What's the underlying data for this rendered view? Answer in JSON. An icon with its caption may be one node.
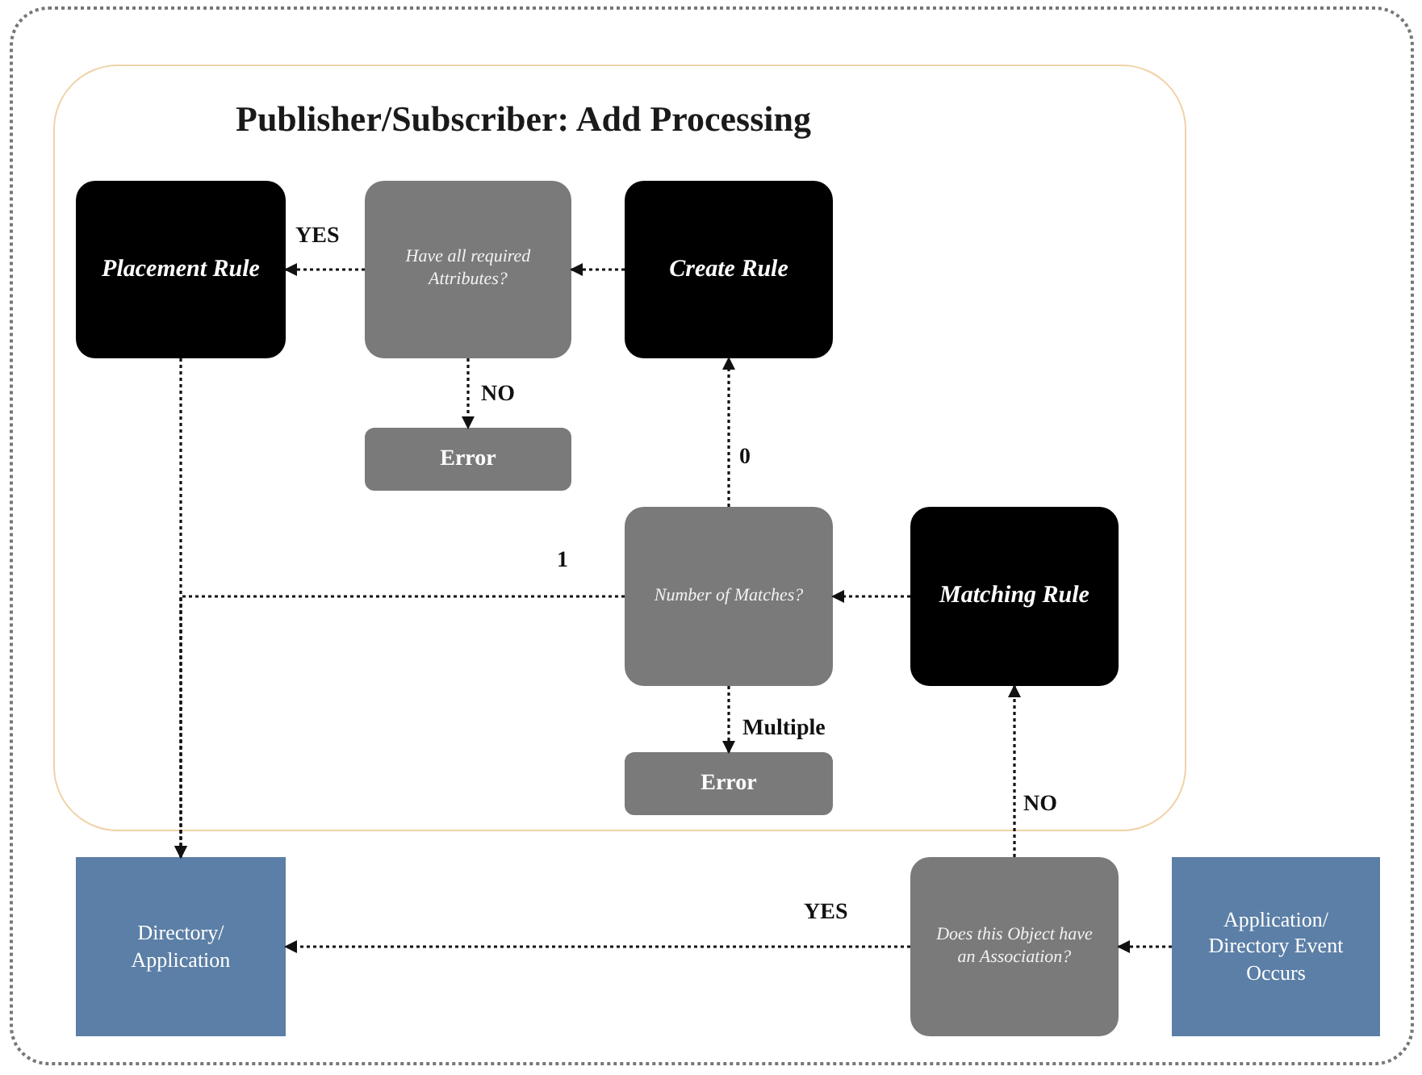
{
  "diagram": {
    "nodes": [
      {
        "text": [
          "Publisher/Subscriber: Add Processing"
        ]
      },
      {
        "text": [
          "Placement Rule"
        ],
        "in": 0
      },
      {
        "text": [
          "Have all required Attributes?"
        ],
        "in": 0
      },
      {
        "text": [
          "Create Rule"
        ],
        "in": 0
      },
      {
        "text": [
          "Error"
        ],
        "in": 0
      },
      {
        "text": [
          "Number of Matches?"
        ],
        "in": 0
      },
      {
        "text": [
          "Matching Rule"
        ],
        "in": 0
      },
      {
        "text": [
          "Error"
        ],
        "in": 0
      },
      {
        "text": [
          "Directory/ Application"
        ]
      },
      {
        "text": [
          "Does this Object have an Association?"
        ]
      },
      {
        "text": [
          "Application/ Directory Event Occurs"
        ]
      }
    ],
    "edges": [
      {
        "from": 3,
        "to": 2,
        "arrow": "to"
      },
      {
        "from": 2,
        "to": 1,
        "arrow": "to",
        "label": "YES"
      },
      {
        "from": 2,
        "to": 4,
        "arrow": "to",
        "label": "NO"
      },
      {
        "from": 6,
        "to": 5,
        "arrow": "to"
      },
      {
        "from": 5,
        "to": 3,
        "arrow": "to",
        "label": "0"
      },
      {
        "from": 5,
        "to": 7,
        "arrow": "to",
        "label": "Multiple"
      },
      {
        "from": 5,
        "to": 8,
        "arrow": "to",
        "label": "1"
      },
      {
        "from": 1,
        "to": 8,
        "arrow": "to"
      },
      {
        "from": 10,
        "to": 9,
        "arrow": "to"
      },
      {
        "from": 9,
        "to": 8,
        "arrow": "to",
        "label": "YES"
      },
      {
        "from": 9,
        "to": 6,
        "arrow": "to",
        "label": "NO"
      }
    ]
  }
}
